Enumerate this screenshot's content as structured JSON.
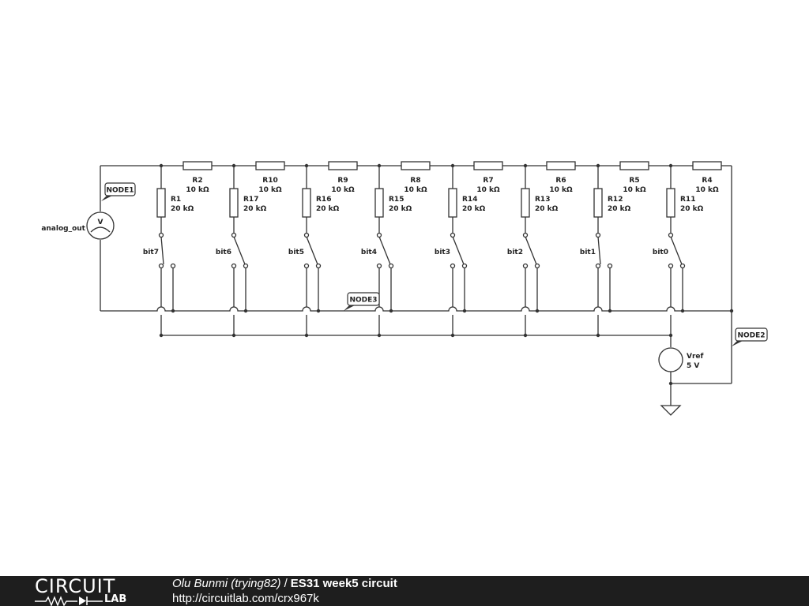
{
  "schematic": {
    "voltmeter": {
      "symbol": "V",
      "label": "analog_out"
    },
    "nodes": {
      "node1": "NODE1",
      "node2": "NODE2",
      "node3": "NODE3"
    },
    "stages": [
      {
        "series": {
          "name": "R2",
          "value": "10 kΩ"
        },
        "shunt": {
          "name": "R1",
          "value": "20 kΩ"
        },
        "switch": "bit7"
      },
      {
        "series": {
          "name": "R10",
          "value": "10 kΩ"
        },
        "shunt": {
          "name": "R17",
          "value": "20 kΩ"
        },
        "switch": "bit6"
      },
      {
        "series": {
          "name": "R9",
          "value": "10 kΩ"
        },
        "shunt": {
          "name": "R16",
          "value": "20 kΩ"
        },
        "switch": "bit5"
      },
      {
        "series": {
          "name": "R8",
          "value": "10 kΩ"
        },
        "shunt": {
          "name": "R15",
          "value": "20 kΩ"
        },
        "switch": "bit4"
      },
      {
        "series": {
          "name": "R7",
          "value": "10 kΩ"
        },
        "shunt": {
          "name": "R14",
          "value": "20 kΩ"
        },
        "switch": "bit3"
      },
      {
        "series": {
          "name": "R6",
          "value": "10 kΩ"
        },
        "shunt": {
          "name": "R13",
          "value": "20 kΩ"
        },
        "switch": "bit2"
      },
      {
        "series": {
          "name": "R5",
          "value": "10 kΩ"
        },
        "shunt": {
          "name": "R12",
          "value": "20 kΩ"
        },
        "switch": "bit1"
      },
      {
        "series": {
          "name": "R4",
          "value": "10 kΩ"
        },
        "shunt": {
          "name": "R11",
          "value": "20 kΩ"
        },
        "switch": "bit0"
      }
    ],
    "source": {
      "name": "Vref",
      "value": "5 V"
    }
  },
  "footer": {
    "logo_word_top": "CIRCUIT",
    "logo_word_bottom": "LAB",
    "author": "Olu Bunmi (trying82)",
    "separator": "/",
    "title": "ES31 week5 circuit",
    "url": "http://circuitlab.com/crx967k"
  }
}
